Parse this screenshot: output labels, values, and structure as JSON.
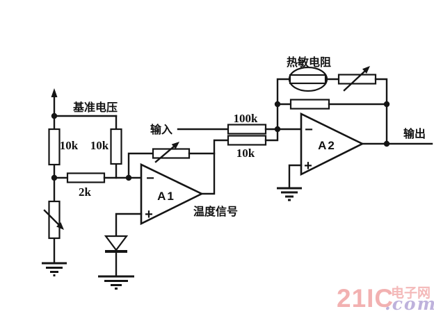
{
  "circuit": {
    "labels": {
      "reference_voltage": "基准电压",
      "input": "输入",
      "output": "输出",
      "thermistor": "热敏电阻",
      "temperature_signal": "温度信号"
    },
    "resistors": {
      "r_divider_left": "10k",
      "r_divider_right": "10k",
      "r_series_2k": "2k",
      "r_input_100k": "100k",
      "r_coupling_10k": "10k"
    },
    "opamps": {
      "a1": "A1",
      "a2": "A2",
      "inverting_sign": "−",
      "noninverting_sign": "+"
    },
    "colors": {
      "line": "#151515",
      "background": "#ffffff"
    }
  },
  "watermark": {
    "brand": "21IC",
    "site_name": "电子网",
    "suffix": ".com",
    "brand_color": "#f2b1b1",
    "site_color": "#f4b9b9",
    "suffix_color": "#beb2dc"
  }
}
